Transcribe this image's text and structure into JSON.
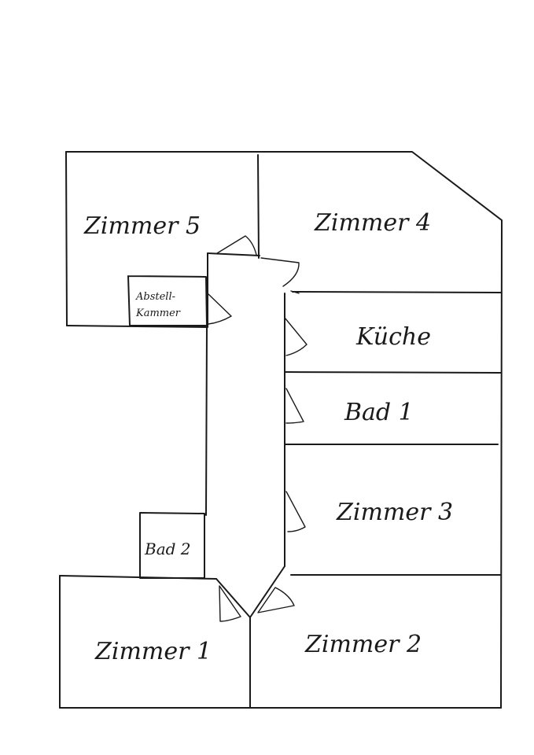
{
  "rooms": {
    "zimmer5": "Zimmer 5",
    "zimmer4": "Zimmer 4",
    "abstell_line1": "Abstell-",
    "abstell_line2": "Kammer",
    "kueche": "Küche",
    "bad1": "Bad 1",
    "zimmer3": "Zimmer 3",
    "bad2": "Bad 2",
    "zimmer1": "Zimmer 1",
    "zimmer2": "Zimmer 2"
  }
}
